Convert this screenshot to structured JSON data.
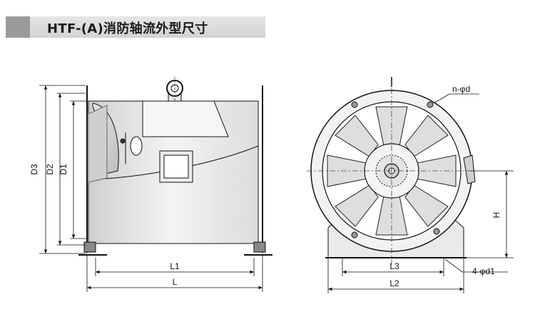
{
  "header": {
    "title": "HTF-(A)消防轴流外型尺寸"
  },
  "left_view": {
    "labels": {
      "d3": "D3",
      "d2": "D2",
      "d1": "D1",
      "l1": "L1",
      "l": "L"
    }
  },
  "right_view": {
    "labels": {
      "n_phi_d": "n-φd",
      "h": "H",
      "l3": "L3",
      "l2": "L2",
      "four_phi_d1": "4-φd1"
    }
  }
}
